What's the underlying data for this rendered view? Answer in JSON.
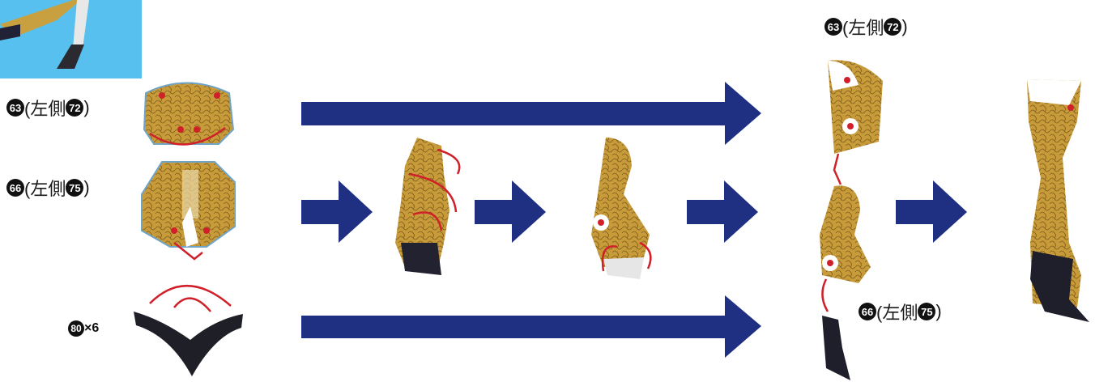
{
  "labels": {
    "part63": {
      "num": "63",
      "text": "(左側",
      "side_num": "72",
      "close": ")"
    },
    "part66": {
      "num": "66",
      "text": "(左側",
      "side_num": "75",
      "close": ")"
    },
    "part80": {
      "num": "80",
      "mult": "×6"
    },
    "result63": {
      "num": "63",
      "text": "(左側",
      "side_num": "72",
      "close": ")"
    },
    "result66": {
      "num": "66",
      "text": "(左側",
      "side_num": "75",
      "close": ")"
    }
  },
  "colors": {
    "arrow": "#1f2f82",
    "curve": "#d0202a",
    "sky": "#58c0ee",
    "tan": "#c79a38",
    "dark": "#1a1a24"
  }
}
